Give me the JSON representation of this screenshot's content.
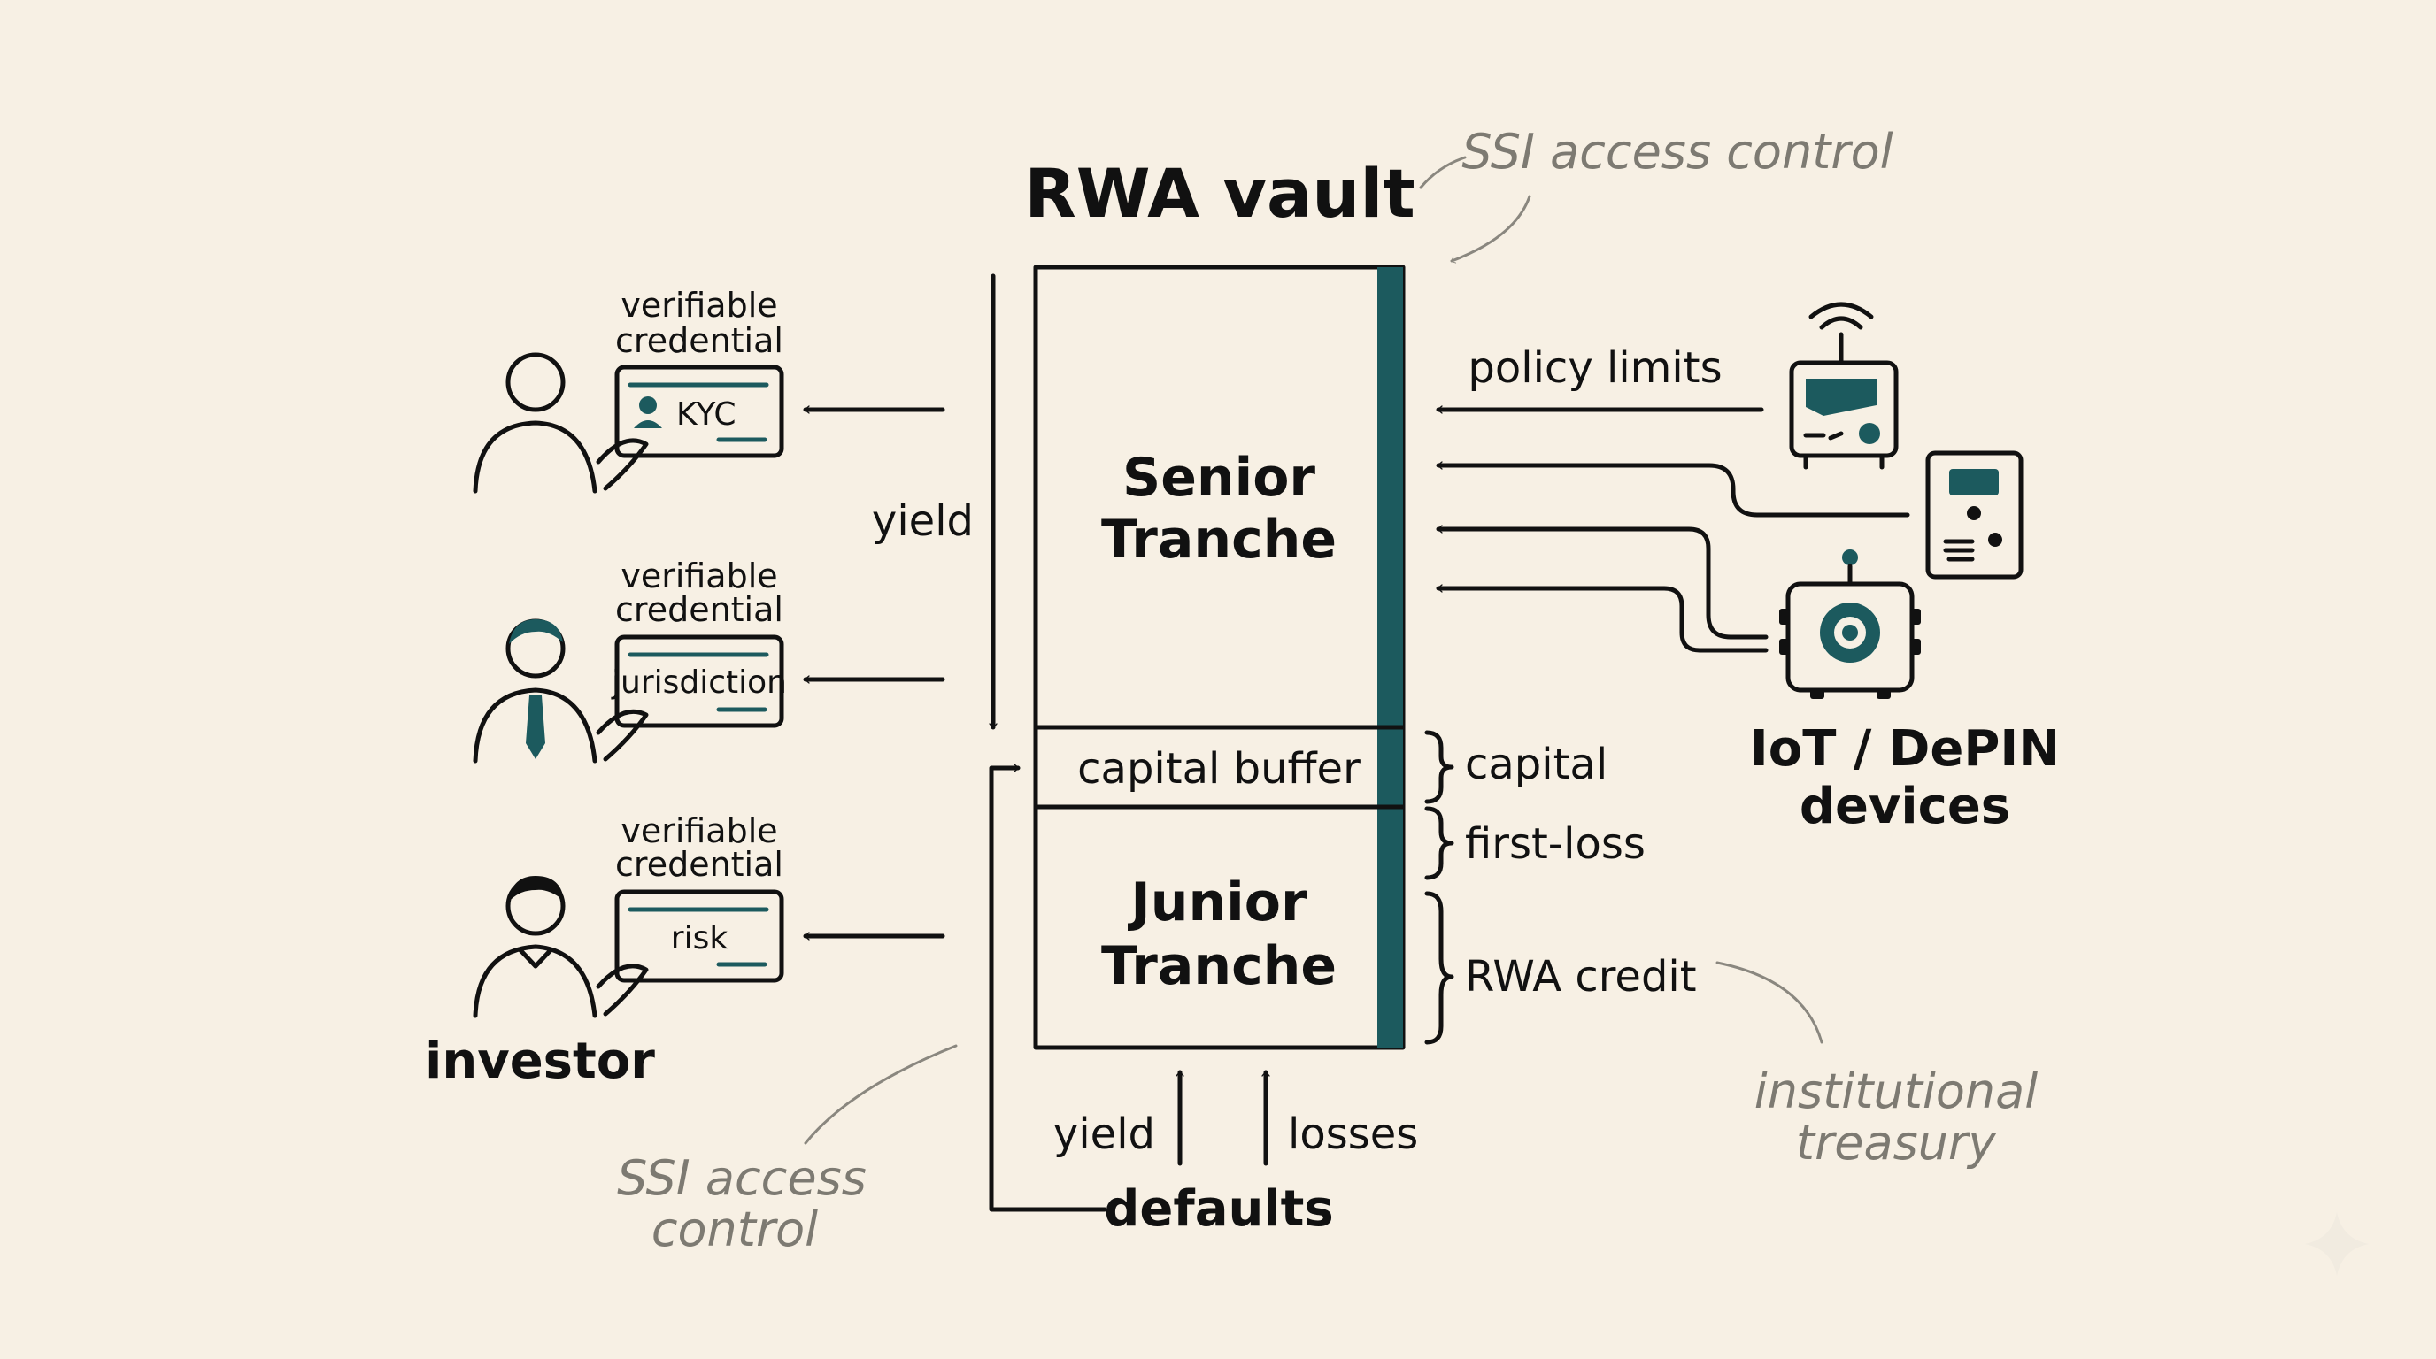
{
  "title": "RWA vault",
  "annotations": {
    "ssi_top": "SSI access control",
    "ssi_bottom_line1": "SSI access",
    "ssi_bottom_line2": "control",
    "treasury_line1": "institutional",
    "treasury_line2": "treasury"
  },
  "vault": {
    "senior_line1": "Senior",
    "senior_line2": "Tranche",
    "buffer": "capital buffer",
    "junior_line1": "Junior",
    "junior_line2": "Tranche"
  },
  "brackets": {
    "capital": "capital",
    "first_loss": "first-loss",
    "rwa_credit": "RWA credit"
  },
  "flows": {
    "yield_left": "yield",
    "yield_bottom": "yield",
    "losses": "losses",
    "defaults": "defaults",
    "policy_limits": "policy limits"
  },
  "investors": [
    {
      "credential_line1": "verifiable",
      "credential_line2": "credential",
      "card": "KYC"
    },
    {
      "credential_line1": "verifiable",
      "credential_line2": "credential",
      "card": "jurisdiction"
    },
    {
      "credential_line1": "verifiable",
      "credential_line2": "credential",
      "card": "risk"
    }
  ],
  "investor_label": "investor",
  "devices": {
    "label_line1": "IoT / DePIN",
    "label_line2": "devices"
  },
  "colors": {
    "background": "#f7f0e4",
    "ink": "#111111",
    "accent_teal": "#1c5a5e",
    "annotation_gray": "#7d7a72"
  }
}
